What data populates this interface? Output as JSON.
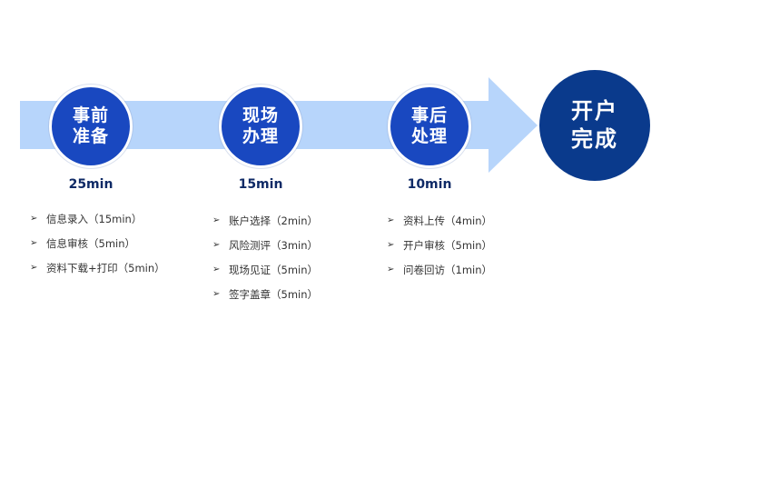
{
  "steps": [
    {
      "title": "事前准备",
      "duration": "25min",
      "tasks": [
        "信息录入（15min）",
        "信息审核（5min）",
        "资料下载+打印（5min）"
      ]
    },
    {
      "title": "现场办理",
      "duration": "15min",
      "tasks": [
        "账户选择（2min）",
        "风险测评（3min）",
        "现场见证（5min）",
        "签字盖章（5min）"
      ]
    },
    {
      "title": "事后处理",
      "duration": "10min",
      "tasks": [
        "资料上传（4min）",
        "开户审核（5min）",
        "问卷回访（1min）"
      ]
    }
  ],
  "final": {
    "title": "开户完成"
  },
  "colors": {
    "arrow": "#b7d5fb",
    "step_circle": "#1948c0",
    "final_circle": "#0a3a8c",
    "duration_text": "#0f2a66"
  },
  "icons": {
    "bullet": "➢"
  }
}
